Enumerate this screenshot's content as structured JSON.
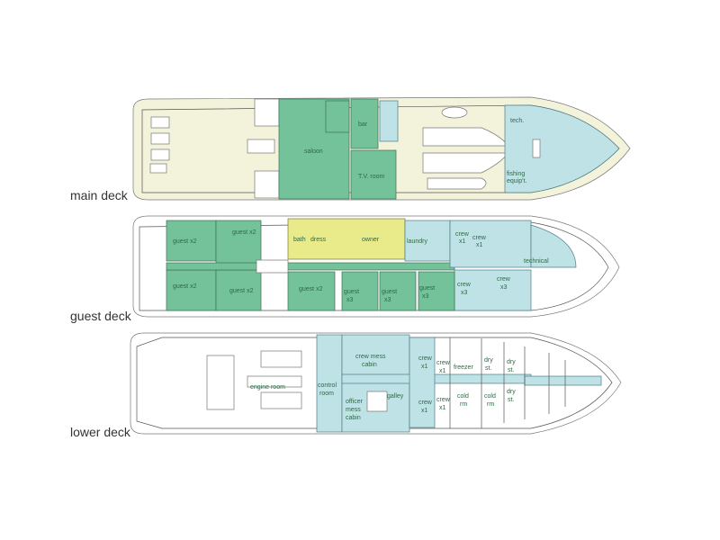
{
  "decks": {
    "main": {
      "label": "main deck",
      "rooms": {
        "saloon": "saloon",
        "bar": "bar",
        "tv_room": "T.V. room",
        "tech": "tech.",
        "fishing_1": "fishing",
        "fishing_2": "equip't."
      }
    },
    "guest": {
      "label": "guest deck",
      "rooms": {
        "guest_a": "guest x2",
        "guest_b": "guest x2",
        "guest_c": "guest x2",
        "guest_d": "guest x2",
        "guest_e": "guest x2",
        "bath": "bath",
        "dress": "dress",
        "owner": "owner",
        "laundry": "laundry",
        "crew_a1": "crew",
        "crew_a2": "x1",
        "crew_b1": "crew",
        "crew_b2": "x1",
        "technical": "technical",
        "guest_f1": "guest",
        "guest_f2": "x3",
        "guest_g1": "guest",
        "guest_g2": "x3",
        "guest_h1": "guest",
        "guest_h2": "x3",
        "crew_c1": "crew",
        "crew_c2": "x3",
        "crew_d1": "crew",
        "crew_d2": "x3"
      }
    },
    "lower": {
      "label": "lower deck",
      "rooms": {
        "engine_room": "engine room",
        "control_1": "control",
        "control_2": "room",
        "crew_mess_1": "crew mess",
        "crew_mess_2": "cabin",
        "officer_mess_1": "officer",
        "officer_mess_2": "mess",
        "officer_mess_3": "cabin",
        "galley": "galley",
        "crew_a1": "crew",
        "crew_a2": "x1",
        "crew_b1": "crew",
        "crew_b2": "x1",
        "crew_c1": "crew",
        "crew_c2": "x1",
        "crew_d1": "crew",
        "crew_d2": "x1",
        "freezer": "freezer",
        "dry_a1": "dry",
        "dry_a2": "st.",
        "dry_b1": "dry",
        "dry_b2": "st.",
        "dry_c1": "dry",
        "dry_c2": "st.",
        "cold_a1": "cold",
        "cold_a2": "rm",
        "cold_b1": "cold",
        "cold_b2": "rm"
      }
    }
  },
  "colors": {
    "guest": "#73c29a",
    "crew": "#bfe2e6",
    "owner": "#e9ea8a",
    "deck": "#f3f2da"
  }
}
